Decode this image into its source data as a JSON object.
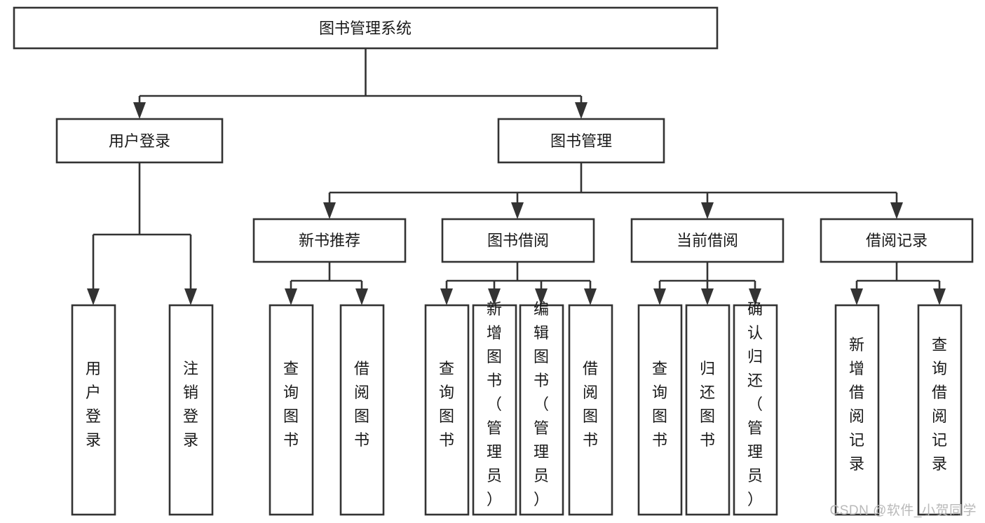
{
  "diagram": {
    "type": "tree-hierarchy-diagram",
    "title": "图书管理系统",
    "background_color": "#ffffff",
    "box_stroke_color": "#333333",
    "box_fill_color": "#ffffff",
    "text_color": "#1a1a1a",
    "connector_color": "#333333"
  },
  "root": {
    "label": "图书管理系统"
  },
  "level2": [
    {
      "label": "用户登录"
    },
    {
      "label": "图书管理"
    }
  ],
  "level3": [
    {
      "label": "新书推荐"
    },
    {
      "label": "图书借阅"
    },
    {
      "label": "当前借阅"
    },
    {
      "label": "借阅记录"
    }
  ],
  "leaves": {
    "user_login": [
      {
        "label": "用户登录"
      },
      {
        "label": "注销登录"
      }
    ],
    "new_book_recommend": [
      {
        "label": "查询图书"
      },
      {
        "label": "借阅图书"
      }
    ],
    "book_borrow": [
      {
        "label": "查询图书"
      },
      {
        "label": "新增图书（管理员）"
      },
      {
        "label": "编辑图书（管理员）"
      },
      {
        "label": "借阅图书"
      }
    ],
    "current_borrow": [
      {
        "label": "查询图书"
      },
      {
        "label": "归还图书"
      },
      {
        "label": "确认归还（管理员）"
      }
    ],
    "borrow_record": [
      {
        "label": "新增借阅记录"
      },
      {
        "label": "查询借阅记录"
      }
    ]
  },
  "watermark": {
    "text": "CSDN @软件_小贺同学"
  }
}
